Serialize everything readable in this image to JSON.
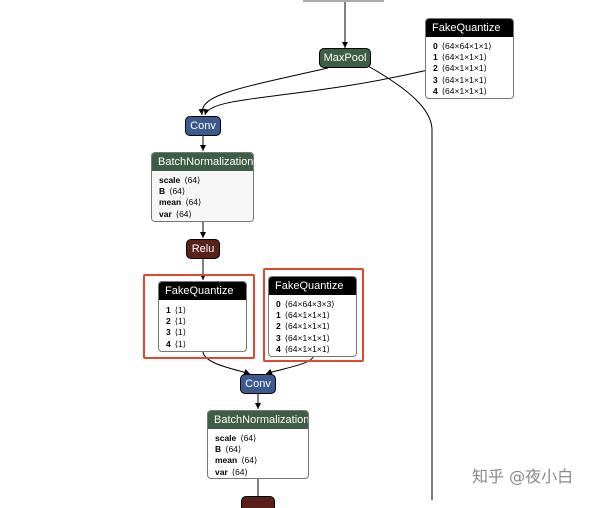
{
  "nodes": {
    "maxpool": "MaxPool",
    "conv1": "Conv",
    "relu": "Relu",
    "conv2": "Conv"
  },
  "fq_top": {
    "title": "FakeQuantize",
    "rows": [
      {
        "k": "0",
        "v": "⟨64×64×1×1⟩"
      },
      {
        "k": "1",
        "v": "⟨64×1×1×1⟩"
      },
      {
        "k": "2",
        "v": "⟨64×1×1×1⟩"
      },
      {
        "k": "3",
        "v": "⟨64×1×1×1⟩"
      },
      {
        "k": "4",
        "v": "⟨64×1×1×1⟩"
      }
    ]
  },
  "bn1": {
    "title": "BatchNormalization",
    "rows": [
      {
        "k": "scale",
        "v": "⟨64⟩"
      },
      {
        "k": "B",
        "v": "⟨64⟩"
      },
      {
        "k": "mean",
        "v": "⟨64⟩"
      },
      {
        "k": "var",
        "v": "⟨64⟩"
      }
    ]
  },
  "fq_left": {
    "title": "FakeQuantize",
    "rows": [
      {
        "k": "1",
        "v": "⟨1⟩"
      },
      {
        "k": "2",
        "v": "⟨1⟩"
      },
      {
        "k": "3",
        "v": "⟨1⟩"
      },
      {
        "k": "4",
        "v": "⟨1⟩"
      }
    ]
  },
  "fq_right": {
    "title": "FakeQuantize",
    "rows": [
      {
        "k": "0",
        "v": "⟨64×64×3×3⟩"
      },
      {
        "k": "1",
        "v": "⟨64×1×1×1⟩"
      },
      {
        "k": "2",
        "v": "⟨64×1×1×1⟩"
      },
      {
        "k": "3",
        "v": "⟨64×1×1×1⟩"
      },
      {
        "k": "4",
        "v": "⟨64×1×1×1⟩"
      }
    ]
  },
  "bn2": {
    "title": "BatchNormalization",
    "rows": [
      {
        "k": "scale",
        "v": "⟨64⟩"
      },
      {
        "k": "B",
        "v": "⟨64⟩"
      },
      {
        "k": "mean",
        "v": "⟨64⟩"
      },
      {
        "k": "var",
        "v": "⟨64⟩"
      }
    ]
  },
  "watermark": "知乎 @夜小白",
  "colors": {
    "conv": "#3c5a8e",
    "pool": "#3f5c46",
    "relu": "#5a211a",
    "highlight": "#e0472b"
  }
}
